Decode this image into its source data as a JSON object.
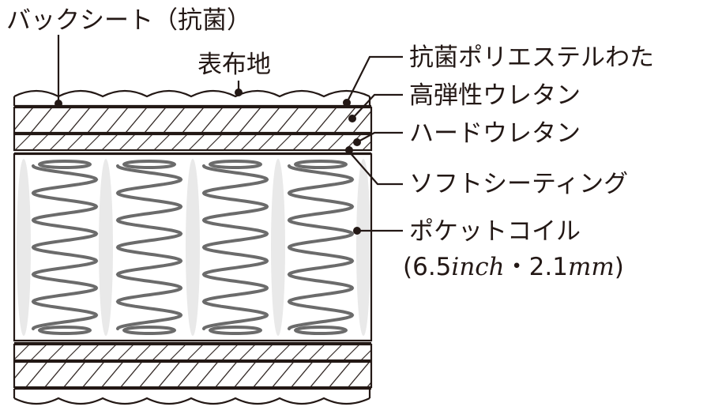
{
  "labels": {
    "back_sheet": "バックシート（抗菌）",
    "surface_fabric": "表布地",
    "antibacterial_polyester": "抗菌ポリエステルわた",
    "high_resilience_urethane": "高弾性ウレタン",
    "hard_urethane": "ハードウレタン",
    "soft_sheeting": "ソフトシーティング",
    "pocket_coil": "ポケットコイル",
    "spec_open": "(6.5",
    "spec_unit1": "inch",
    "spec_mid": "・2.1",
    "spec_unit2": "mm",
    "spec_close": ")"
  },
  "colors": {
    "ink": "#231815",
    "spring": "#6b6b6b",
    "pocket": "#e9e9e9"
  },
  "structure": {
    "coil_count": 4
  }
}
